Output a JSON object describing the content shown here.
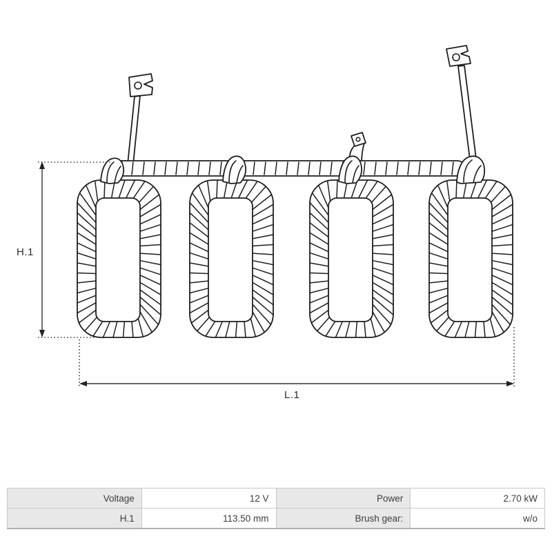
{
  "diagram": {
    "description": "Line drawing of a starter field coil assembly: four wound coils joined by a horizontal connector wire with three flat terminals",
    "h1_label": "H.1",
    "l1_label": "L.1"
  },
  "spec_table": {
    "rows": [
      [
        "Voltage",
        "12 V",
        "Power",
        "2.70 kW"
      ],
      [
        "H.1",
        "113.50 mm",
        "Brush gear:",
        "w/o"
      ]
    ]
  },
  "colors": {
    "line": "#1d1d1d",
    "dim": "#333333",
    "table-label-bg": "#e8e8e8",
    "table-border": "#c9c9c9",
    "table-text": "#3d3d3d",
    "bg": "#ffffff"
  }
}
